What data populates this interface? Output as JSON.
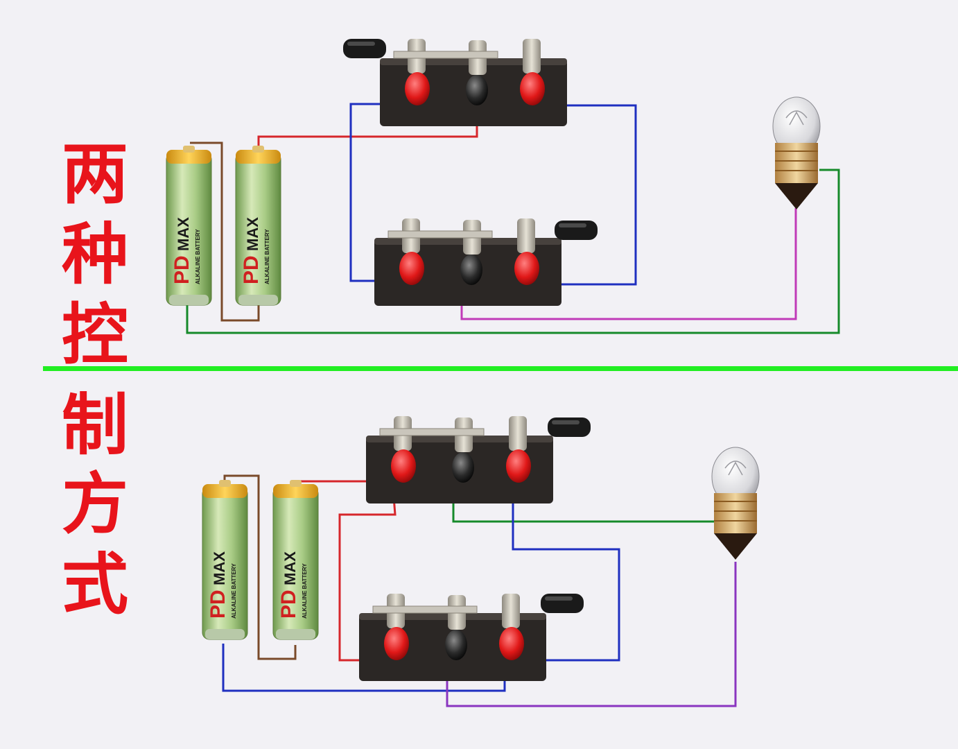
{
  "title_chars": [
    "两",
    "种",
    "控",
    "制",
    "方",
    "式"
  ],
  "battery": {
    "brand": "PD",
    "model": "MAX",
    "type_label": "ALKALINE BATTERY"
  },
  "colors": {
    "title": "#e8141b",
    "divider": "#22ee22",
    "wire_red": "#d6262b",
    "wire_blue": "#1f2fc0",
    "wire_green": "#168a2a",
    "wire_magenta": "#c03ab8",
    "wire_purple": "#8a35c0",
    "wire_brown": "#7a4a2a",
    "switch_base": "#2a2624",
    "terminal_red": "#e02020",
    "battery_body": "#9cc27a",
    "battery_cap": "#f0b020"
  },
  "diagrams": [
    {
      "name": "upper circuit",
      "switches": 2,
      "lamps": 1,
      "batteries": 2
    },
    {
      "name": "lower circuit",
      "switches": 2,
      "lamps": 1,
      "batteries": 2
    }
  ]
}
